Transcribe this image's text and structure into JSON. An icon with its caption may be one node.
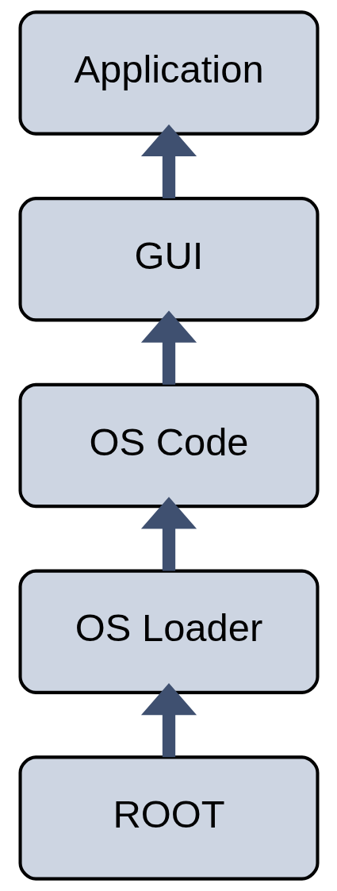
{
  "diagram": {
    "nodes": [
      {
        "text": [
          "Application"
        ]
      },
      {
        "text": [
          "GUI"
        ]
      },
      {
        "text": [
          "OS Code"
        ]
      },
      {
        "text": [
          "OS Loader"
        ]
      },
      {
        "text": [
          "ROOT"
        ]
      }
    ],
    "edges": [
      {
        "from": 4,
        "to": 3,
        "arrow": "to"
      },
      {
        "from": 3,
        "to": 2,
        "arrow": "to"
      },
      {
        "from": 2,
        "to": 1,
        "arrow": "to"
      },
      {
        "from": 1,
        "to": 0,
        "arrow": "to"
      }
    ]
  }
}
